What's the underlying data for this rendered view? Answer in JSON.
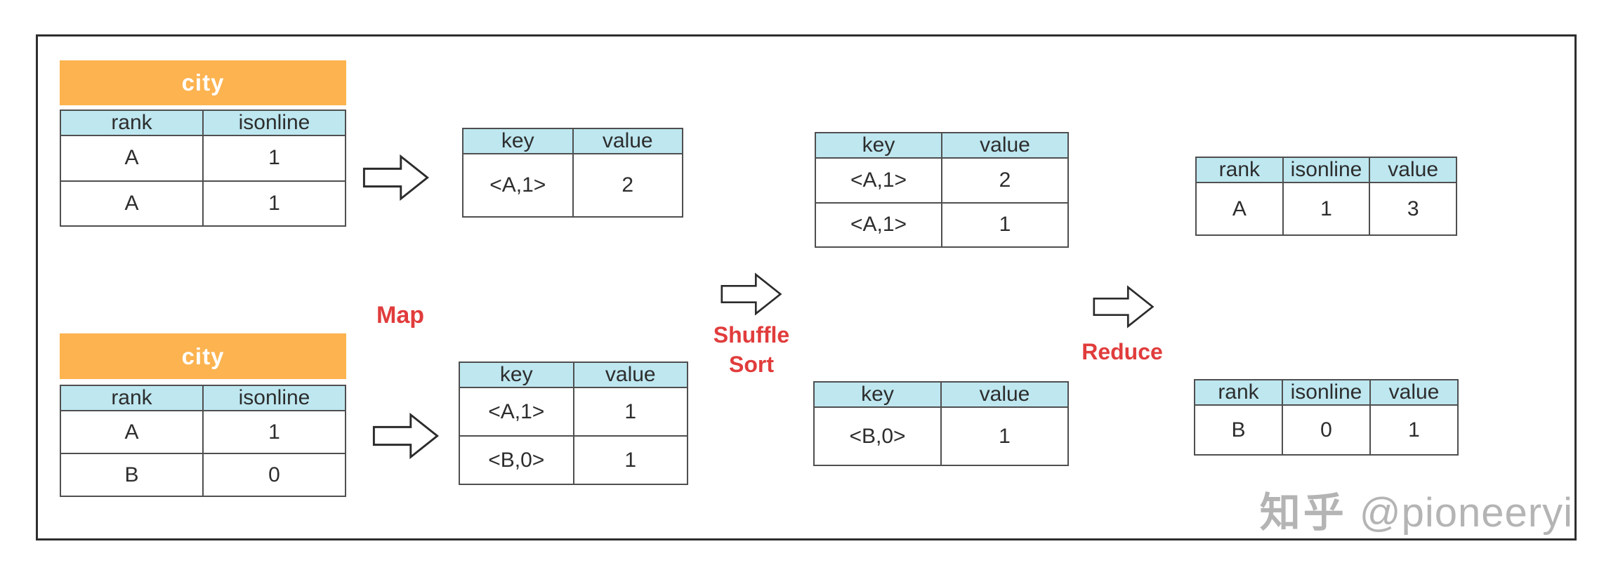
{
  "labels": {
    "map": "Map",
    "shuffle": "Shuffle",
    "sort": "Sort",
    "reduce": "Reduce"
  },
  "tables": {
    "city_top": {
      "title": "city",
      "headers": [
        "rank",
        "isonline"
      ],
      "rows": [
        [
          "A",
          "1"
        ],
        [
          "A",
          "1"
        ]
      ]
    },
    "city_bottom": {
      "title": "city",
      "headers": [
        "rank",
        "isonline"
      ],
      "rows": [
        [
          "A",
          "1"
        ],
        [
          "B",
          "0"
        ]
      ]
    },
    "map_output_top": {
      "headers": [
        "key",
        "value"
      ],
      "rows": [
        [
          "<A,1>",
          "2"
        ]
      ]
    },
    "map_output_bottom": {
      "headers": [
        "key",
        "value"
      ],
      "rows": [
        [
          "<A,1>",
          "1"
        ],
        [
          "<B,0>",
          "1"
        ]
      ]
    },
    "shuffle_output_top": {
      "headers": [
        "key",
        "value"
      ],
      "rows": [
        [
          "<A,1>",
          "2"
        ],
        [
          "<A,1>",
          "1"
        ]
      ]
    },
    "shuffle_output_bottom": {
      "headers": [
        "key",
        "value"
      ],
      "rows": [
        [
          "<B,0>",
          "1"
        ]
      ]
    },
    "reduce_output_top": {
      "headers": [
        "rank",
        "isonline",
        "value"
      ],
      "rows": [
        [
          "A",
          "1",
          "3"
        ]
      ]
    },
    "reduce_output_bottom": {
      "headers": [
        "rank",
        "isonline",
        "value"
      ],
      "rows": [
        [
          "B",
          "0",
          "1"
        ]
      ]
    }
  },
  "watermark": {
    "brand": "知乎",
    "handle": "@pioneeryi"
  },
  "colors": {
    "orange_header": "#fcb350",
    "cyan_header": "#bee7f0",
    "stage_label_red": "#e13c3c",
    "table_border": "#4f4f4f",
    "frame_border": "#2e2e2e",
    "watermark_gray": "#b4b4b4"
  }
}
